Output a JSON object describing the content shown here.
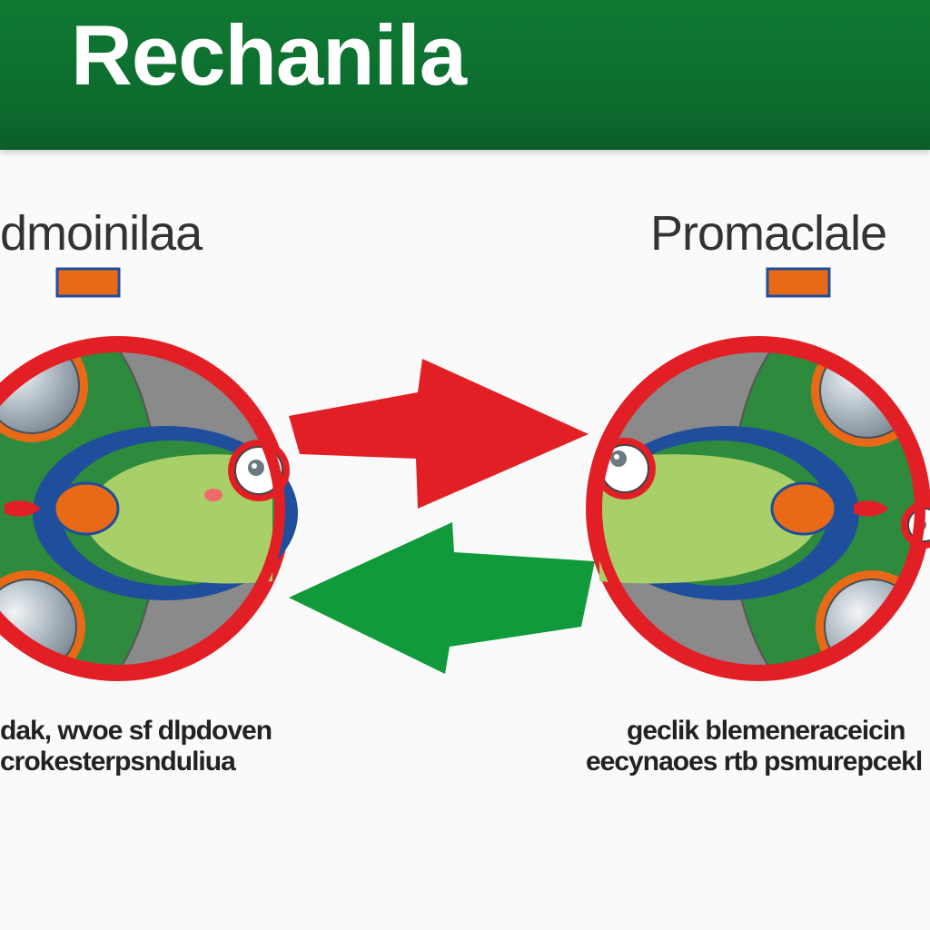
{
  "header": {
    "title": "Rechanila"
  },
  "left_panel": {
    "title": "dmoinilaa",
    "caption_line1": "dak, wvoe sf dlpdoven",
    "caption_line2": "crokesterpsnduliua"
  },
  "right_panel": {
    "title": "Promaclale",
    "caption_line1": "geclik blemeneraceicin",
    "caption_line2": "eecynaoes rtb psmurepcekl"
  },
  "colors": {
    "header_bg": "#0c6b2d",
    "forward_arrow": "#e31f26",
    "backward_arrow": "#109a3b",
    "ring": "#e31f26",
    "cell_green": "#2e8b3e",
    "body_green": "#a9cf68",
    "outline_blue": "#1f4e9c",
    "orange": "#e86a17",
    "gray": "#8a8a8a"
  }
}
